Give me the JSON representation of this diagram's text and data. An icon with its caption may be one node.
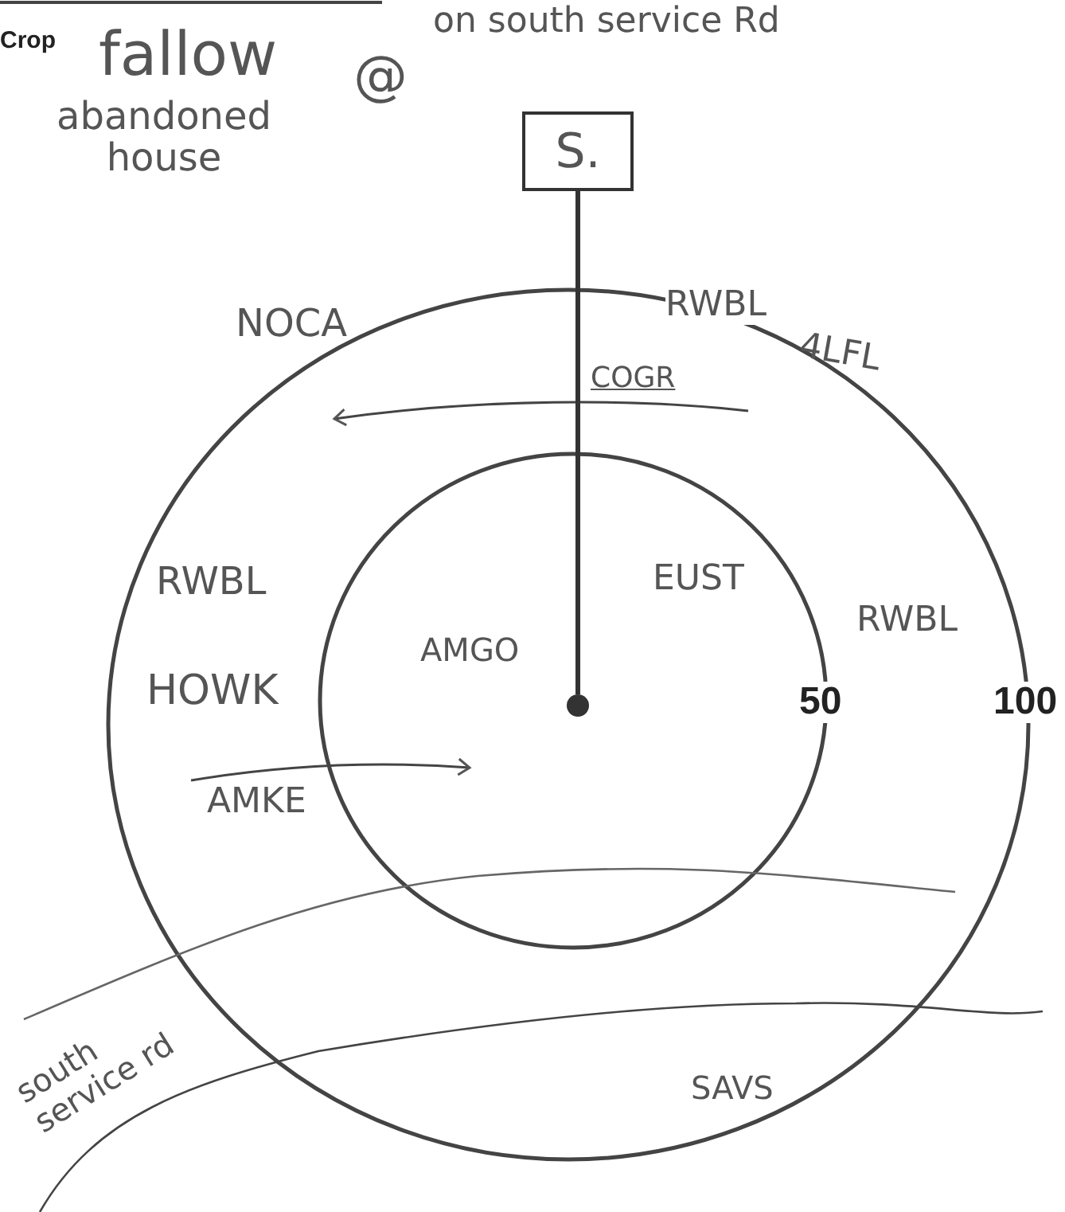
{
  "diagram": {
    "nodes": [
      {
        "text": [
          "S."
        ]
      },
      {
        "text": [],
        "shape": "circle"
      }
    ],
    "edges": [
      {
        "from": 0,
        "to": 1,
        "arrow": "none"
      }
    ],
    "labels": [
      "on south service Rd",
      "Crop",
      "fallow",
      "@",
      "abandoned house",
      "NOCA",
      "RWBL",
      "4LFL",
      "COGR",
      "RWBL",
      "EUST",
      "RWBL",
      "AMGO",
      "HOWK",
      "50",
      "100",
      "AMKE",
      "south service rd",
      "SAVS"
    ]
  }
}
